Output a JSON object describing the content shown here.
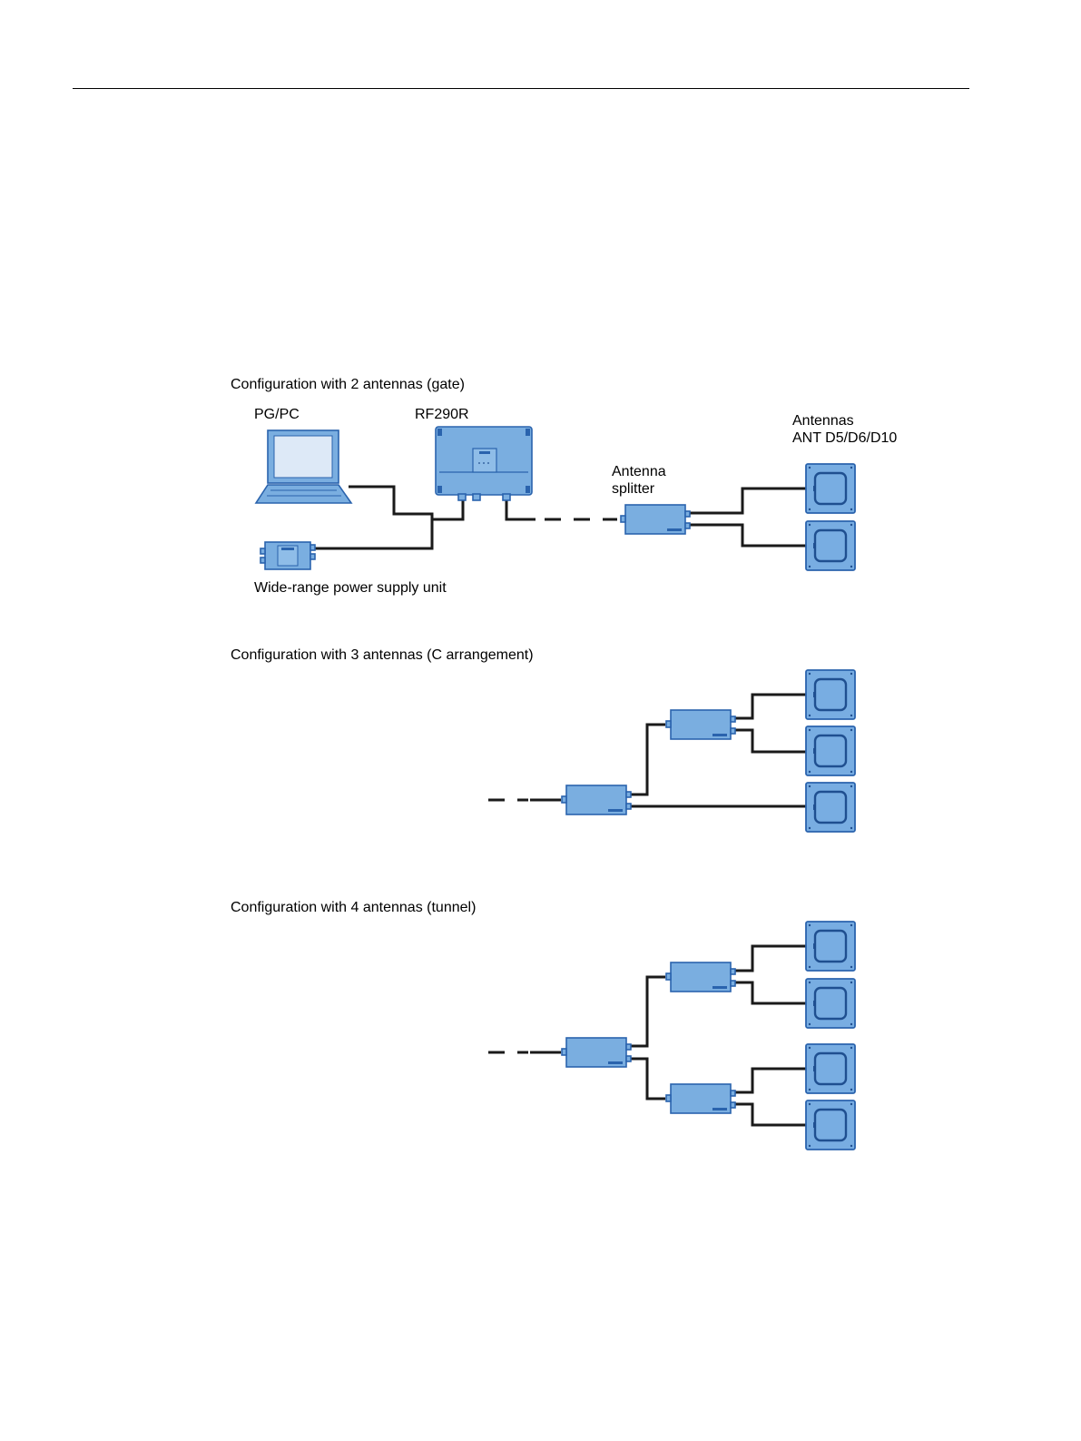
{
  "section1": {
    "title": "Configuration with 2 antennas (gate)",
    "pgpc": "PG/PC",
    "reader": "RF290R",
    "antennas_line1": "Antennas",
    "antennas_line2": "ANT D5/D6/D10",
    "splitter_line1": "Antenna",
    "splitter_line2": "splitter",
    "psu": "Wide-range power supply unit"
  },
  "section2": {
    "title": "Configuration with 3 antennas (C arrangement)"
  },
  "section3": {
    "title": "Configuration with 4 antennas (tunnel)"
  },
  "colors": {
    "device_fill": "#7aaee0",
    "device_stroke": "#2a63ad",
    "cable": "#1a1a1a"
  },
  "icons": [
    "laptop-icon",
    "rf290r-reader-icon",
    "power-supply-icon",
    "antenna-splitter-icon",
    "antenna-icon"
  ]
}
